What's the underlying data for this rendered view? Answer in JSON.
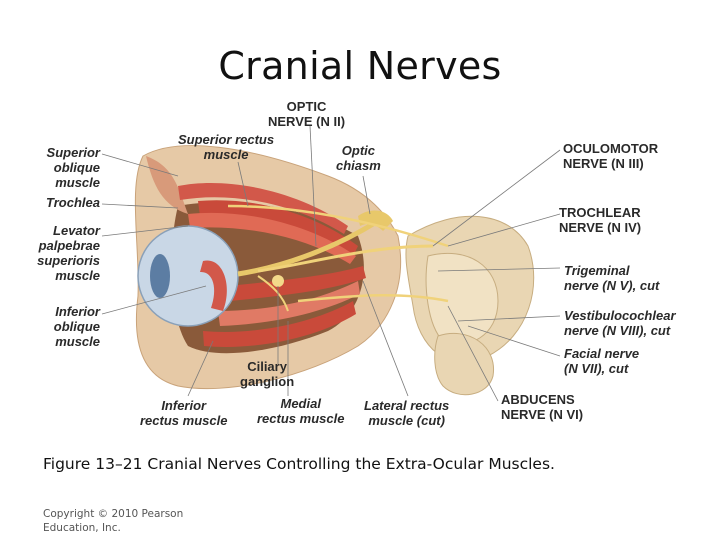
{
  "slide": {
    "title": "Cranial Nerves",
    "caption": "Figure 13–21 Cranial Nerves Controlling the Extra-Ocular Muscles.",
    "copyright_line1": "Copyright © 2010 Pearson",
    "copyright_line2": "Education, Inc."
  },
  "diagram": {
    "labels": {
      "optic_1": "OPTIC",
      "optic_2": "NERVE (N II)",
      "sup_rectus_1": "Superior rectus",
      "sup_rectus_2": "muscle",
      "optic_chiasm_1": "Optic",
      "optic_chiasm_2": "chiasm",
      "oculomotor_1": "OCULOMOTOR",
      "oculomotor_2": "NERVE (N III)",
      "sup_oblique_1": "Superior",
      "sup_oblique_2": "oblique",
      "sup_oblique_3": "muscle",
      "trochlea": "Trochlea",
      "levator_1": "Levator",
      "levator_2": "palpebrae",
      "levator_3": "superioris",
      "levator_4": "muscle",
      "trochlear_1": "TROCHLEAR",
      "trochlear_2": "NERVE (N IV)",
      "trigeminal_1": "Trigeminal",
      "trigeminal_2": "nerve (N V), cut",
      "vestibulo_1": "Vestibulocochlear",
      "vestibulo_2": "nerve (N VIII), cut",
      "inf_oblique_1": "Inferior",
      "inf_oblique_2": "oblique",
      "inf_oblique_3": "muscle",
      "facial_1": "Facial nerve",
      "facial_2": "(N VII), cut",
      "ciliary_1": "Ciliary",
      "ciliary_2": "ganglion",
      "abducens_1": "ABDUCENS",
      "abducens_2": "NERVE (N VI)",
      "inf_rectus_1": "Inferior",
      "inf_rectus_2": "rectus muscle",
      "med_rectus_1": "Medial",
      "med_rectus_2": "rectus muscle",
      "lat_rectus_1": "Lateral rectus",
      "lat_rectus_2": "muscle (cut)"
    }
  }
}
